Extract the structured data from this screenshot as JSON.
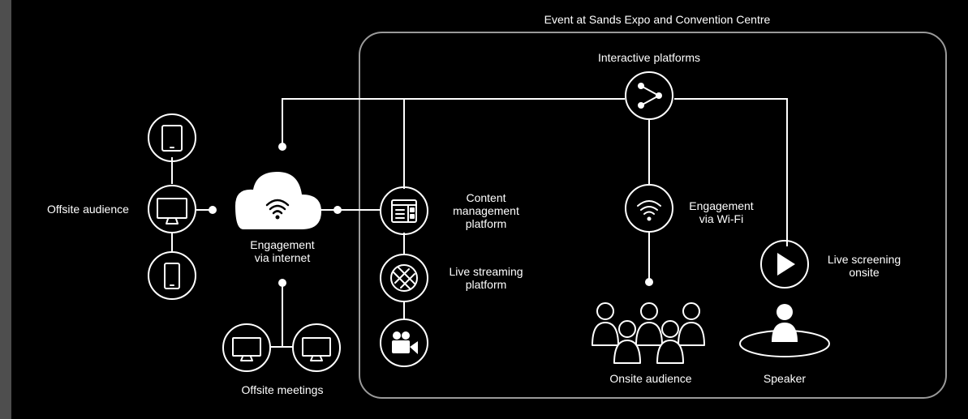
{
  "colors": {
    "background": "#000000",
    "sidebar": "#4e4e4e",
    "stroke": "#ffffff",
    "frame": "#9a9a9a"
  },
  "frame_title": "Event at Sands Expo and Convention Centre",
  "labels": {
    "interactive_platforms": "Interactive platforms",
    "offsite_audience": "Offsite audience",
    "engagement_internet_1": "Engagement",
    "engagement_internet_2": "via internet",
    "content_mgmt_1": "Content",
    "content_mgmt_2": "management",
    "content_mgmt_3": "platform",
    "live_streaming_1": "Live streaming",
    "live_streaming_2": "platform",
    "engagement_wifi_1": "Engagement",
    "engagement_wifi_2": "via Wi-Fi",
    "live_screening_1": "Live screening",
    "live_screening_2": "onsite",
    "onsite_audience": "Onsite audience",
    "speaker": "Speaker",
    "offsite_meetings": "Offsite meetings"
  },
  "icons": [
    "tablet-icon",
    "monitor-icon",
    "phone-icon",
    "wifi-cloud-icon",
    "share-icon",
    "cms-icon",
    "streaming-globe-icon",
    "video-camera-icon",
    "wifi-icon",
    "play-icon",
    "audience-group-icon",
    "speaker-icon",
    "meeting-monitor-icon"
  ]
}
